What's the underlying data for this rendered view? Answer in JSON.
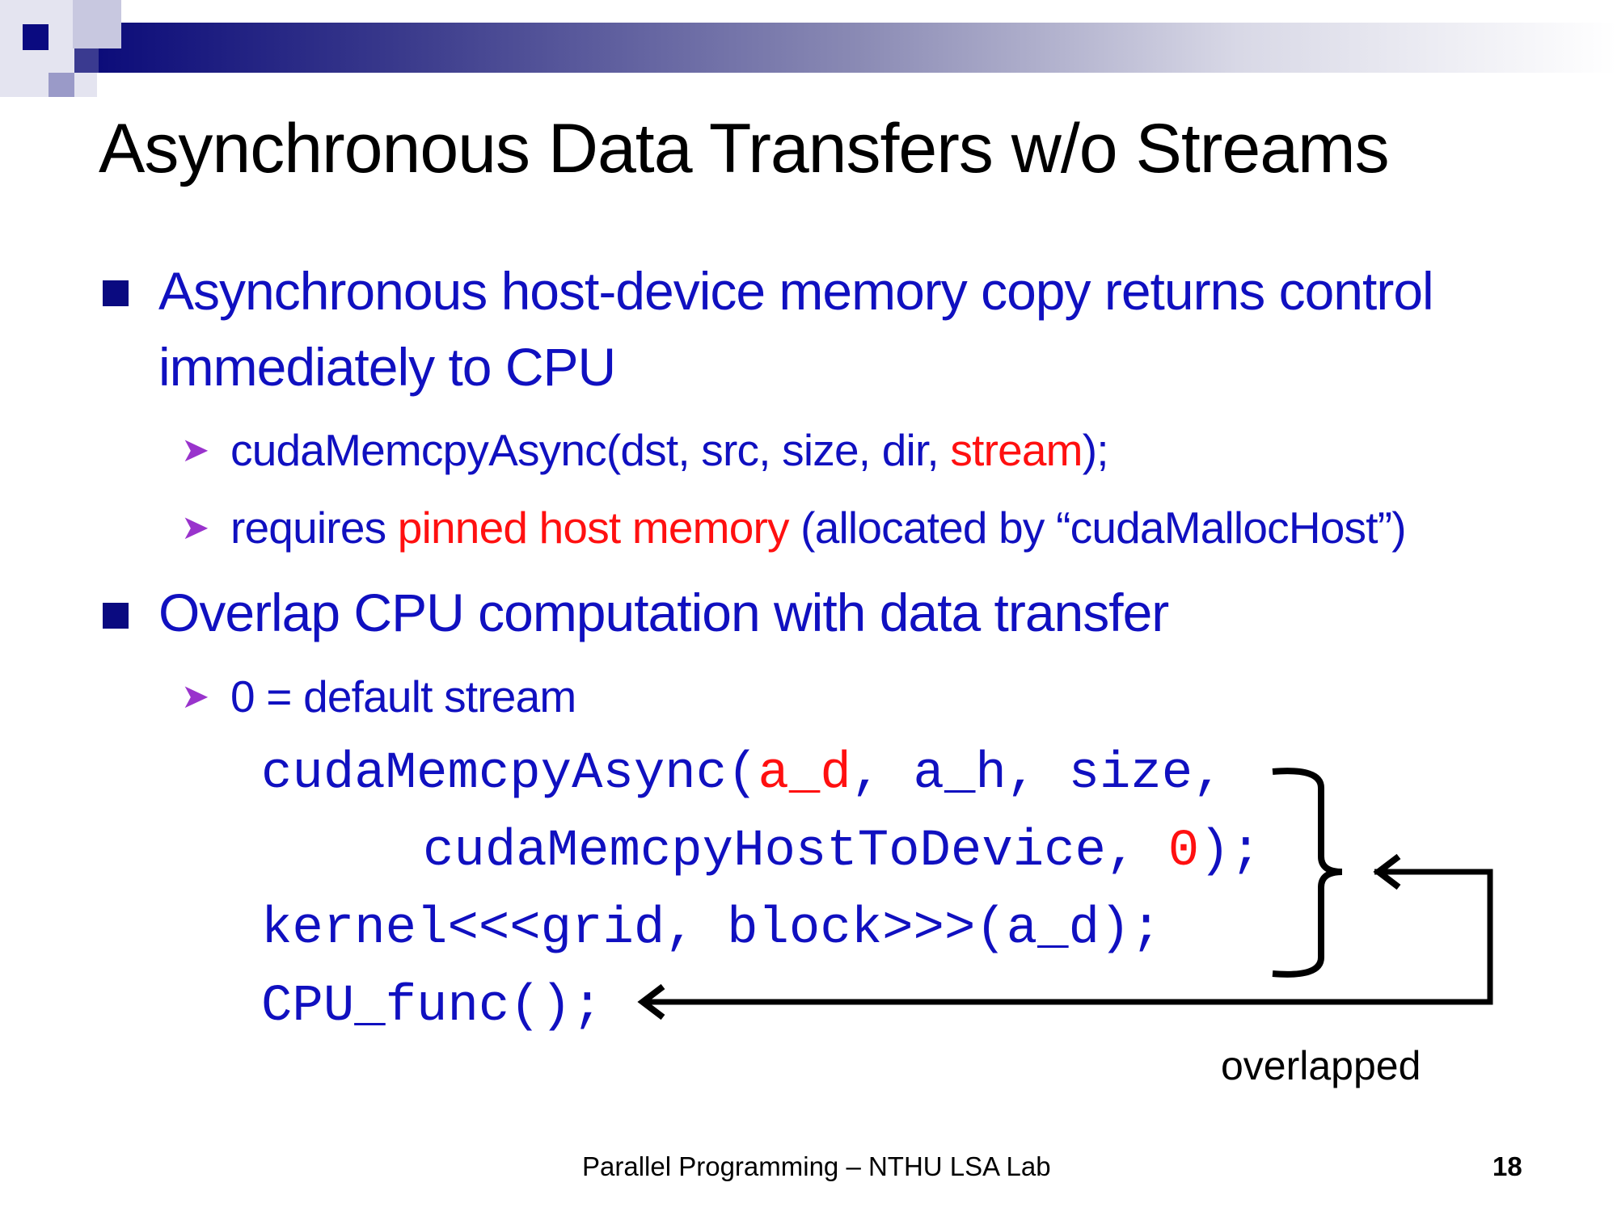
{
  "title": "Asynchronous Data Transfers w/o Streams",
  "bullets": {
    "b1_line1": "Asynchronous host-device memory copy returns control",
    "b1_line2": "immediately to CPU",
    "sub1": {
      "a": "cudaMemcpyAsync(dst, src, size, dir, ",
      "b": "stream",
      "c": ");"
    },
    "sub2": {
      "a": "requires ",
      "b": "pinned host memory",
      "c": " (allocated by “cudaMallocHost”)"
    },
    "b2": "Overlap CPU computation with data transfer",
    "sub3": "0 = default stream"
  },
  "code": {
    "line1": {
      "a": "cudaMemcpyAsync(",
      "b": "a_d",
      "c": ", a_h, size,"
    },
    "line2": {
      "a": "cudaMemcpyHostToDevice, ",
      "b": "0",
      "c": ");"
    },
    "line3": "kernel<<<grid, block>>>(a_d);",
    "line4": "CPU_func();"
  },
  "annotation": "overlapped",
  "footer": {
    "text": "Parallel Programming – NTHU LSA Lab",
    "page": "18"
  },
  "colors": {
    "text_blue": "#1010c0",
    "highlight_red": "#ff1010",
    "bullet_navy": "#0a0a80",
    "arrow_bullet": "#9933cc"
  }
}
